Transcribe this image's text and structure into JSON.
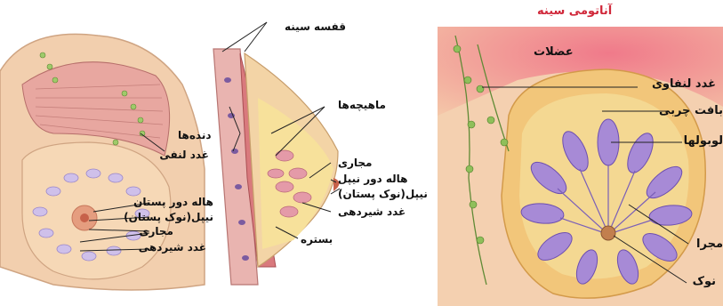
{
  "panel_left": {
    "labels": {
      "lymph_nodes": "غدد لنفی",
      "areola": "هاله دور پستان",
      "nipple": "نیپل(نوک پستان)",
      "ducts": "مجاری",
      "milk_glands": "غدد شیردهی"
    }
  },
  "panel_middle": {
    "labels": {
      "rib_cage": "قفسه سینه",
      "muscles": "ماهیچه‌ها",
      "ribs": "دنده‌ها",
      "ducts": "مجاری",
      "areola": "هاله دور نیپل",
      "nipple": "نیپل(نوک پستان)",
      "milk_glands": "غدد شیردهی",
      "bed": "بستره"
    }
  },
  "panel_right": {
    "title": "آناتومی سینه",
    "labels": {
      "muscles": "عضلات",
      "lymph_nodes": "غدد لنفاوی",
      "fatty_tissue": "بافت چربی",
      "lobules": "لوبولها",
      "ducts": "مجرا",
      "nipple": "نوک"
    }
  },
  "colors": {
    "skin": "#f2c9a0",
    "fat": "#f7dc8a",
    "muscle": "#d9898c",
    "lobule": "#a78ad6",
    "lymph": "#8fbf5a",
    "title_red": "#d0283a"
  }
}
